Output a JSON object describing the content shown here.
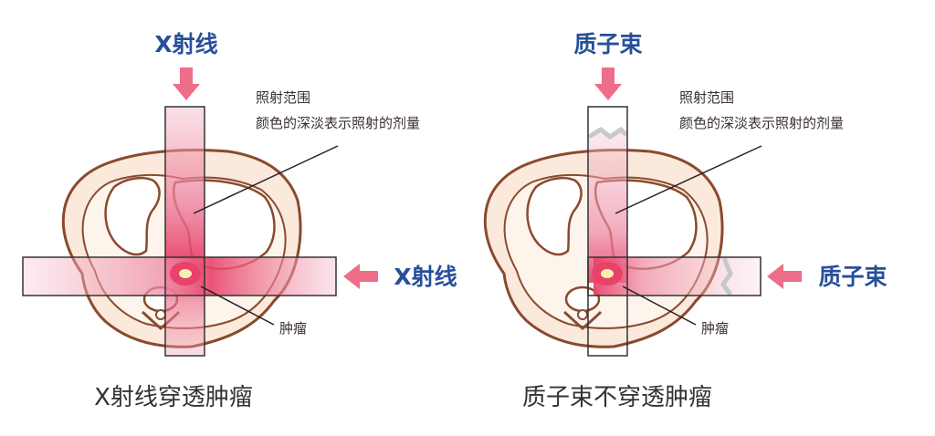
{
  "left_panel": {
    "top_beam_label": "X射线",
    "side_beam_label": "X射线",
    "annotation_line1": "照射范围",
    "annotation_line2": "颜色的深淡表示照射的剂量",
    "tumor_label": "肿瘤",
    "caption": "X射线穿透肿瘤"
  },
  "right_panel": {
    "top_beam_label": "质子束",
    "side_beam_label": "质子束",
    "annotation_line1": "照射范围",
    "annotation_line2": "颜色的深淡表示照射的剂量",
    "tumor_label": "肿瘤",
    "caption": "质子束不穿透肿瘤"
  },
  "colors": {
    "label_blue": "#274f9a",
    "arrow_pink": "#ee6d88",
    "body_outline": "#8a4a2e",
    "body_fill": "#fbe9dc",
    "dose_red": "#e8426a"
  }
}
